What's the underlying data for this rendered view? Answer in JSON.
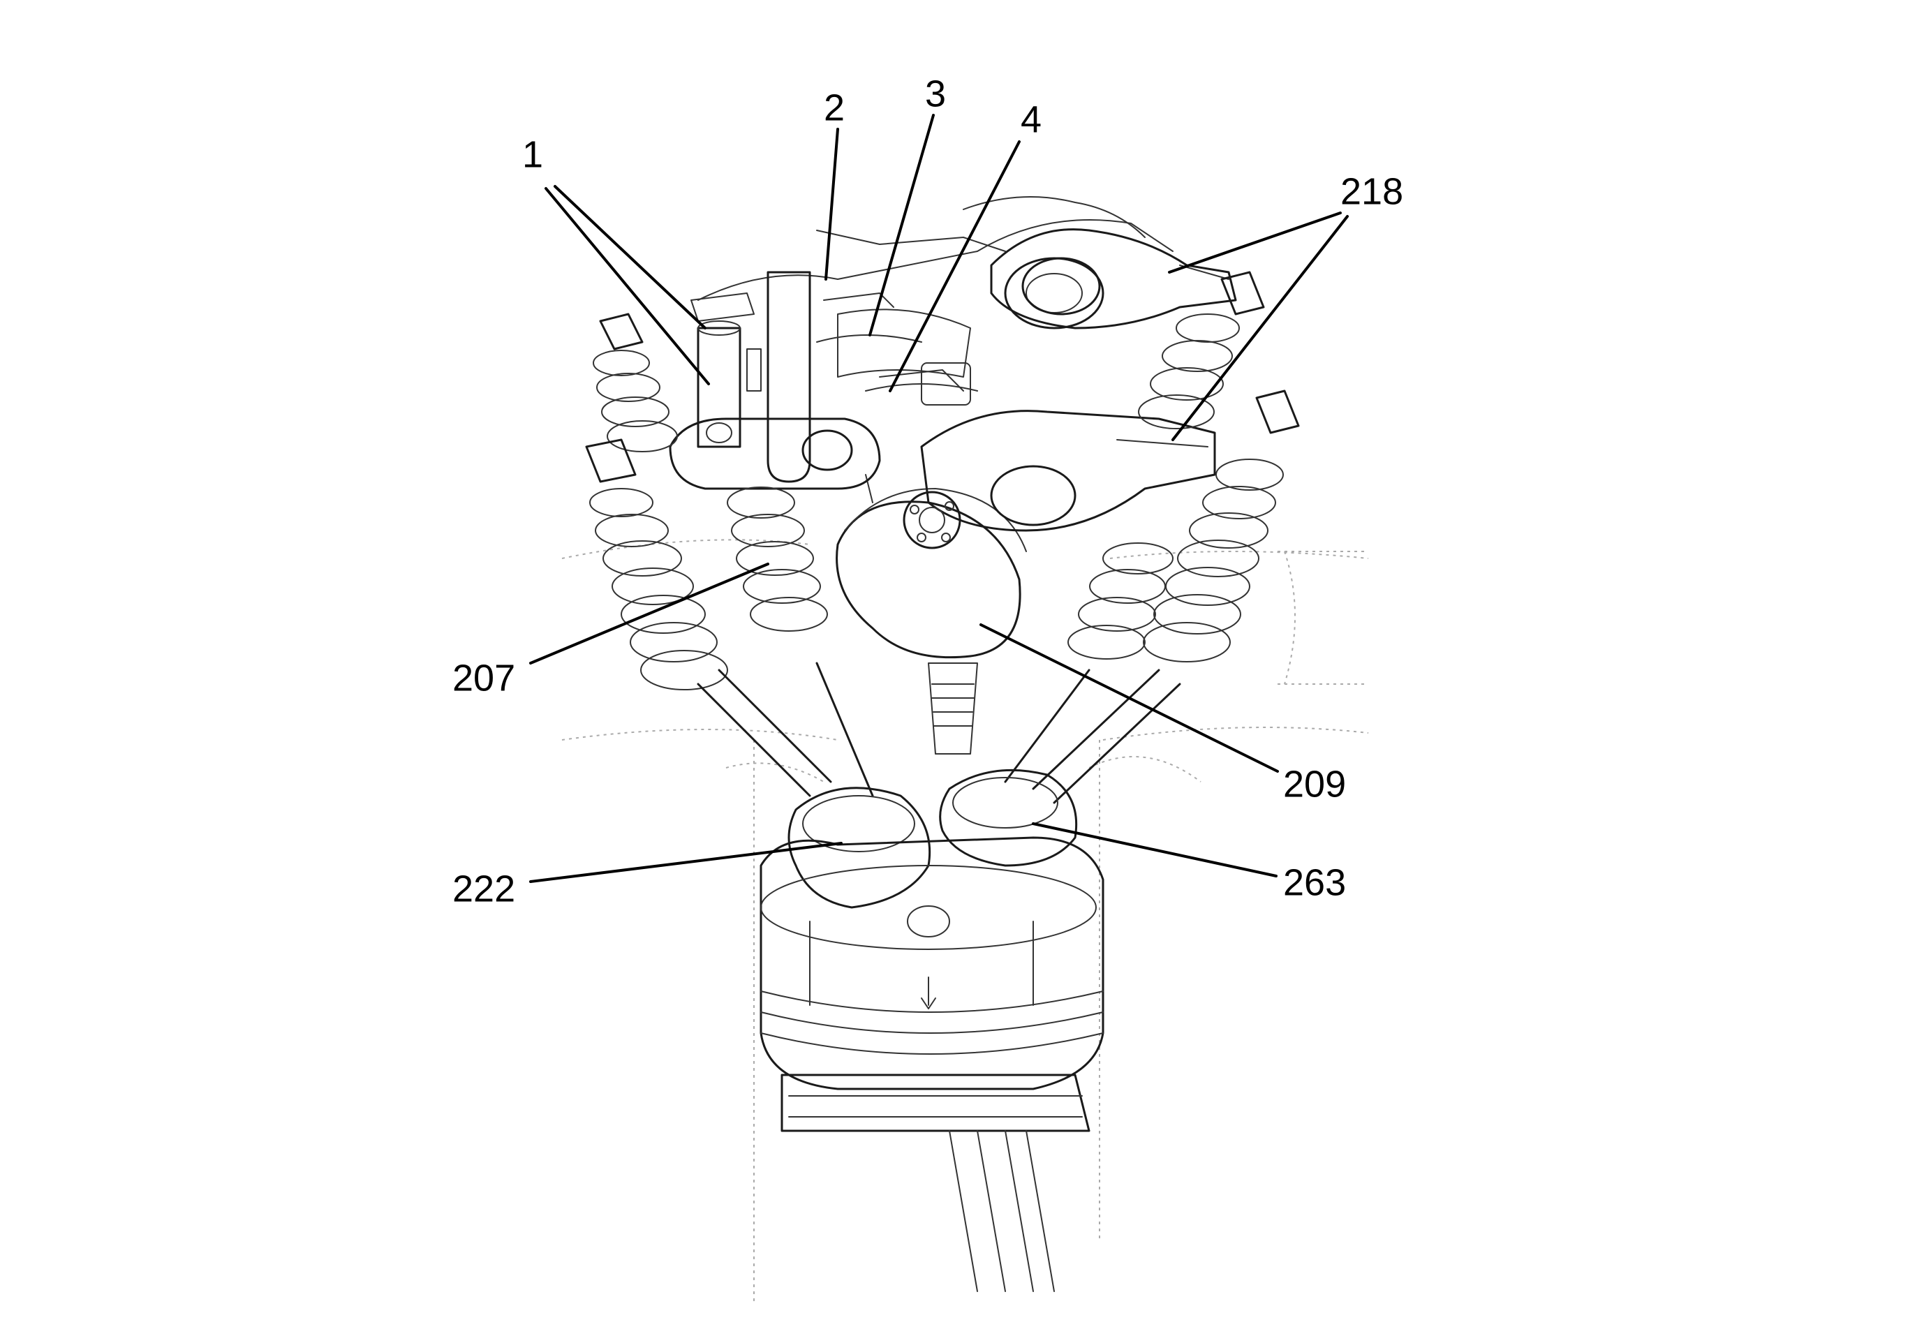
{
  "figure": {
    "callouts": [
      {
        "id": "c1",
        "label": "1"
      },
      {
        "id": "c2",
        "label": "2"
      },
      {
        "id": "c3",
        "label": "3"
      },
      {
        "id": "c4",
        "label": "4"
      },
      {
        "id": "c218",
        "label": "218"
      },
      {
        "id": "c207",
        "label": "207"
      },
      {
        "id": "c209",
        "label": "209"
      },
      {
        "id": "c222",
        "label": "222"
      },
      {
        "id": "c263",
        "label": "263"
      }
    ]
  }
}
